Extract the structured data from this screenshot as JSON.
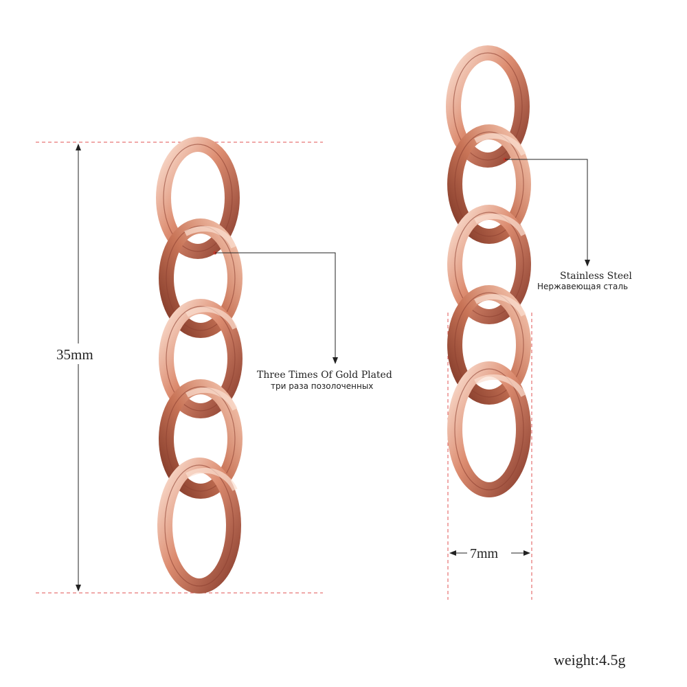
{
  "colors": {
    "metal": "#dc8c70",
    "metal_shadow": "#8c4030",
    "metal_highlight": "#fbe0d2",
    "guide_dashed": "#e05050",
    "annotation_line": "#222222"
  },
  "dimensions": {
    "length_label": "35mm",
    "width_label": "7mm"
  },
  "callouts": {
    "gold_plating": {
      "en": "Three Times Of Gold Plated",
      "ru": "три раза позолоченных"
    },
    "stainless_steel": {
      "en": "Stainless Steel",
      "ru": "Нержавеющая сталь"
    }
  },
  "weight": "weight:4.5g"
}
